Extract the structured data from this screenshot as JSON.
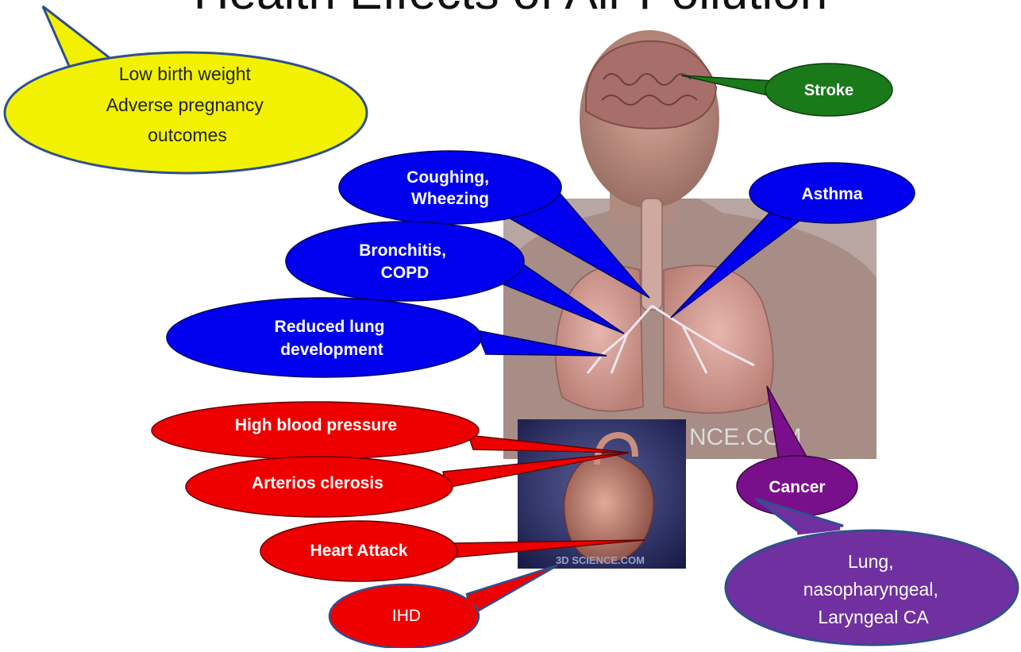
{
  "slide": {
    "title": "Health Effects of Air Pollution",
    "watermark_body": "NCE.COM",
    "watermark_heart": "3D SCIENCE.COM"
  },
  "callouts": {
    "birth": {
      "lines": [
        "Low birth weight",
        "Adverse pregnancy",
        "outcomes"
      ],
      "color": "#f2f200"
    },
    "stroke": {
      "lines": [
        "Stroke"
      ],
      "color": "#1a7a1a"
    },
    "coughing": {
      "lines": [
        "Coughing,",
        "Wheezing"
      ],
      "color": "#0000ee"
    },
    "asthma": {
      "lines": [
        "Asthma"
      ],
      "color": "#0000ee"
    },
    "bronchitis": {
      "lines": [
        "Bronchitis,",
        "COPD"
      ],
      "color": "#0000ee"
    },
    "lung_dev": {
      "lines": [
        "Reduced lung",
        "development"
      ],
      "color": "#0000ee"
    },
    "bp": {
      "lines": [
        "High blood pressure"
      ],
      "color": "#ee0000"
    },
    "arterio": {
      "lines": [
        "Arterios clerosis"
      ],
      "color": "#ee0000"
    },
    "heart_attack": {
      "lines": [
        "Heart Attack"
      ],
      "color": "#ee0000"
    },
    "ihd": {
      "lines": [
        "IHD"
      ],
      "color": "#ee0000"
    },
    "cancer": {
      "lines": [
        "Cancer"
      ],
      "color": "#7a0f8c"
    },
    "cancer_types": {
      "lines": [
        "Lung,",
        "nasopharyngeal,",
        "Laryngeal CA"
      ],
      "color": "#7030a0"
    }
  }
}
